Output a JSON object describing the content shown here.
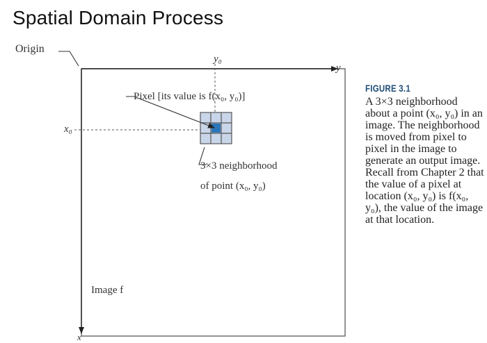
{
  "slide": {
    "title": "Spatial Domain Process"
  },
  "diagram": {
    "origin_label": "Origin",
    "y0_label": "y₀",
    "y_axis_label": "y",
    "x0_label": "x₀",
    "x_axis_label": "x",
    "pixel_label": "Pixel [its value is f(x₀, y₀)]",
    "neighborhood_label_line1": "3×3 neighborhood",
    "neighborhood_label_line2": "of point (x₀, y₀)",
    "image_label": "Image f",
    "colors": {
      "grid_fill": "#c9d5e8",
      "center_pixel": "#2b76b9",
      "grid_line": "#555555"
    }
  },
  "caption": {
    "figure_title": "FIGURE 3.1",
    "text": "A 3×3 neighborhood about a point (x₀, y₀) in an image. The neighborhood is moved from pixel to pixel in the image to generate an output image. Recall from Chapter 2 that the value of a pixel at location (x₀, y₀) is f(x₀, y₀), the value of the image at that location."
  }
}
